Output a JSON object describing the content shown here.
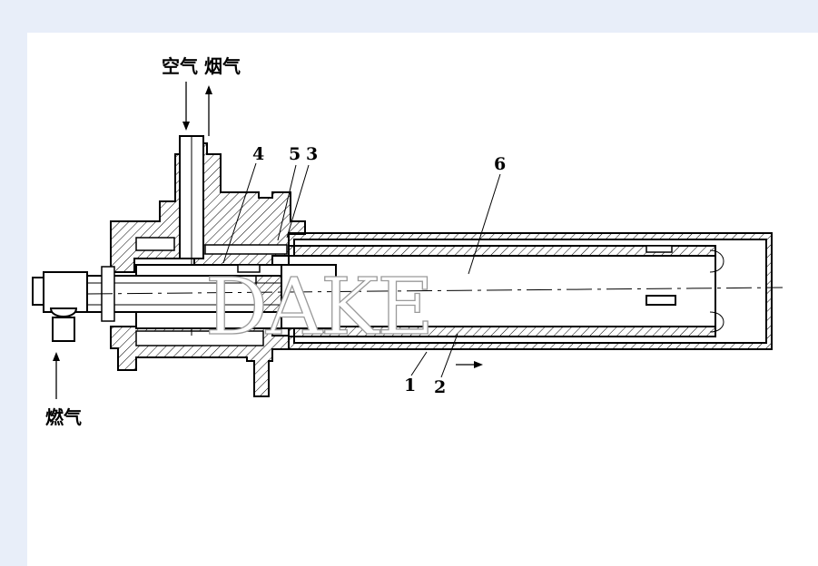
{
  "labels": {
    "air": "空气",
    "flue_gas": "烟气",
    "fuel_gas": "燃气",
    "part_1": "1",
    "part_2": "2",
    "part_3": "3",
    "part_4": "4",
    "part_5": "5",
    "part_6": "6"
  },
  "watermark": "DAKE",
  "colors": {
    "background": "#e8eef9",
    "canvas": "#ffffff",
    "line": "#000000"
  }
}
